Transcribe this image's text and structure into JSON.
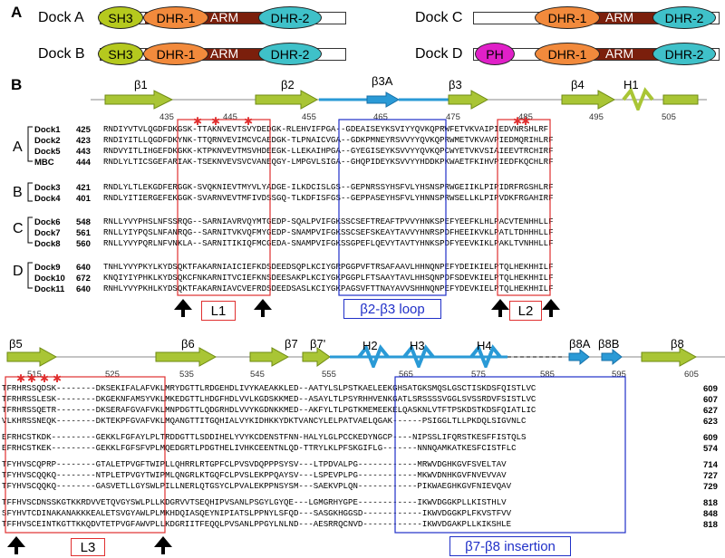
{
  "panels": {
    "a": "A",
    "b": "B"
  },
  "docks": [
    {
      "name": "Dock A",
      "d1": "SH3",
      "d2": "DHR-1",
      "arm": "ARM",
      "d3": "DHR-2"
    },
    {
      "name": "Dock B",
      "d1": "SH3",
      "d2": "DHR-1",
      "arm": "ARM",
      "d3": "DHR-2"
    },
    {
      "name": "Dock C",
      "d2": "DHR-1",
      "arm": "ARM",
      "d3": "DHR-2"
    },
    {
      "name": "Dock D",
      "d1": "PH",
      "d2": "DHR-1",
      "arm": "ARM",
      "d3": "DHR-2"
    }
  ],
  "ss_top": [
    "β1",
    "β2",
    "β3A",
    "β3",
    "β4",
    "H1"
  ],
  "ticks_top": [
    "435",
    "445",
    "455",
    "465",
    "475",
    "485",
    "495",
    "505"
  ],
  "groups": [
    "A",
    "B",
    "C",
    "D"
  ],
  "rows_top": [
    {
      "name": "Dock1",
      "num": "425",
      "seq": "RNDIYVTVLQGDFDKGSK-TTAKNVEVTSVYDEDGK-RLEHVIFPGA--GDEAISEYKSVIYYQVKQPRWFETVKVAIPIEDVNRSHLRF"
    },
    {
      "name": "Dock2",
      "num": "423",
      "seq": "RNDIYITLLQGDFDKYNK-TTQRNVEVIMCVCAEDGK-TLPNAICVGA--GDKPMNEYRSVVYYQVKQPRWMETVKVAVPIEDMQRIHLRF"
    },
    {
      "name": "Dock5",
      "num": "443",
      "seq": "RNDVYITLIHGEFDKGKK-KTPKNVEVTMSVHDEEGK-LLEKAIHPGA--GYEGISEYKSVVYYQVKQPCWYETVKVSIAIEEVTRCHIRF"
    },
    {
      "name": "MBC",
      "num": "444",
      "seq": "RNDLYLTICSGEFARIAK-TSEKNVEVSVCVANEQGY-LMPGVLSIGA--GHQPIDEYKSVVYYHDDKPKWAETFKIHVPIEDFKQCHLRF"
    },
    {
      "name": "Dock3",
      "num": "421",
      "seq": "RNDLYLTLEKGDFERGGK-SVQKNIEVTMYVLYADGE-ILKDCISLGS--GEPNRSSYHSFVLYHSNSPRWGEIIKLPIPIDRFRGSHLRF"
    },
    {
      "name": "Dock4",
      "num": "401",
      "seq": "RNDLYITIERGEFEKGGK-SVARNVEVTMFIVDSSGQ-TLKDFISFGS--GEPPASEYHSFVLYHNNSPRWSELLKLPIPVDKFRGAHIRF"
    },
    {
      "name": "Dock6",
      "num": "548",
      "seq": "RNLLYVYPHSLNFSSRQG--SARNIAVRVQYMTGEDP-SQALPVIFGKSSCSEFTREAFTPVVYHNKSPEFYEEFKLHLPACVTENHHLLF"
    },
    {
      "name": "Dock7",
      "num": "561",
      "seq": "RNLLYIYPQSLNFANRQG--SARNITVKVQFMYGEDP-SNAMPVIFGKSSCSEFSKEAYTAVVYHNRSPDFHEEIKVKLPATLTDHHHLLF"
    },
    {
      "name": "Dock8",
      "num": "560",
      "seq": "RNLLYVYPQRLNFVNKLA--SARNITIKIQFMCGEDA-SNAMPVIFGKSSGPEFLQEVYTAVTYHNKSPDFYEEVKIKLPAKLTVNHHLLF"
    },
    {
      "name": "Dock9",
      "num": "640",
      "seq": "TNHLYVYPKYLKYDSQKTFAKARNIAICIEFKDSDEEDSQPLKCIYGRPGGPVFTRSAFAAVLHHNQNPEFYDEIKIELPTQLHEKHHILF"
    },
    {
      "name": "Dock10",
      "num": "672",
      "seq": "KNQIYIYPHKLKYDSQKCFNKARNITVCIEFKNSDEESAKPLKCIYGKPGGPLFTSAAYTAVLHHSQNPDFSDEVKIELPTQLHEKHHILF"
    },
    {
      "name": "Dock11",
      "num": "640",
      "seq": "RNHLYVYPKHLKYDSQKTFAKARNIAVCVEFRDSDEEDSASLKCIYGKPAGSVFTTNAYAVVSHHNQNPEFYDEVKIELPTQLHEKHHILF"
    }
  ],
  "ss_bottom": [
    "β5",
    "β6",
    "β7",
    "β7'",
    "H2",
    "H3",
    "H4",
    "β8A",
    "β8B",
    "β8"
  ],
  "ticks_bottom": [
    "515",
    "525",
    "535",
    "545",
    "555",
    "565",
    "575",
    "585",
    "595",
    "605"
  ],
  "rows_bottom": [
    {
      "seq": "TFRHRSSQDSK--------DKSEKIFALAFVKLMRYDGTTLRDGEHDLIVYKAEAKKLED--AATYLSLPSTKAELEEKGHSATGKSMQSLGSCTISKDSFQISTLVC",
      "num": "609"
    },
    {
      "seq": "TFRHRSSLESK--------DKGEKNFAMSYVKLMKEDGTTLHDGFHDLVVLKGDSKKMED--ASAYLTLPSYRHHVENKGATLSRSSSSVGGLSVSSRDVFSISTLVC",
      "num": "607"
    },
    {
      "seq": "TFRHRSSQETR--------DKSERAFGVAFVKLMNPDGTTLQDGRHDLVVYKGDNKKMED--AKFYLTLPGTKMEMEEKELQASKNLVTFTPSKDSTKDSFQIATLIC",
      "num": "627"
    },
    {
      "seq": "VLKHRSSNEQK--------DKTEKPFGVAFVKLMQANGTTITGQHIALVYKIDHKKYDKTVANCYLELPATVAELQGAK------PSIGGLTLLPKDQLSIGVNLC",
      "num": "623"
    },
    {
      "seq": "EFRHCSTKDK---------GEKKLFGFAYLPLTRDDGTTLSDDIHELYVYKCDENSTFNN-HALYLGLPCCKEDYNGCP----NIPSSLIFQRSTKESFFISTQLS",
      "num": "609"
    },
    {
      "seq": "EFRHCSTKEK---------GEKKLFGFSFVPLMQEDGRTLPDGTHELIVHKCEENTNLQD-TTRYLKLPFSKGIFLG-------NNNQAMKATKESFCISTFLC",
      "num": "574"
    },
    {
      "seq": "TFYHVSCQPRP--------GTALETPVGFTWIPLLQHRRLRTGPFCLPVSVDQPPPSYSV---LTPDVALPG------------MRWVDGHKGVFSVELTAV",
      "num": "714"
    },
    {
      "seq": "TFYHVSCQQKQ--------NTPLETPVGYTWIPMLQNGRLKTGQFCLPVSLEKPPQAYSV---LSPEVPLPG------------MKWVDNHKGVFNVEVVAV",
      "num": "727"
    },
    {
      "seq": "TFYHVSCQQKQ--------GASVETLLGYSWLPILLNERLQTGSYCLPVALEKPPNSYSM---SAEKVPLQN------------PIKWAEGHKGVFNIEVQAV",
      "num": "729"
    },
    {
      "seq": "TFFHVSCDNSSKGTKKRDVVETQVGYSWLPLLKDGRVVTSEQHIPVSANLPSGYLGYQE---LGMGRHYGPE------------IKWVDGGKPLLKISTHLV",
      "num": "818"
    },
    {
      "seq": "SFYHVTCDINAKANAKKKEALETSVGYAWLPLMKHDQIASQEYNIPIATSLPPNYLSFQD---SASGKHGGSD------------IKWVDGGKPLFKVSTFVV",
      "num": "848"
    },
    {
      "seq": "TFFHVSCEINTKGTTKKQDVTETPVGFAWVPLLKDGRIITFEQQLPVSANLPPGYLNLND---AESRRQCNVD------------IKWVDGAKPLLKIKSHLE",
      "num": "818"
    }
  ],
  "loops": {
    "l1": "L1",
    "b2b3": "β2-β3 loop",
    "l2": "L2",
    "l3": "L3",
    "b7b8": "β7-β8 insertion"
  }
}
